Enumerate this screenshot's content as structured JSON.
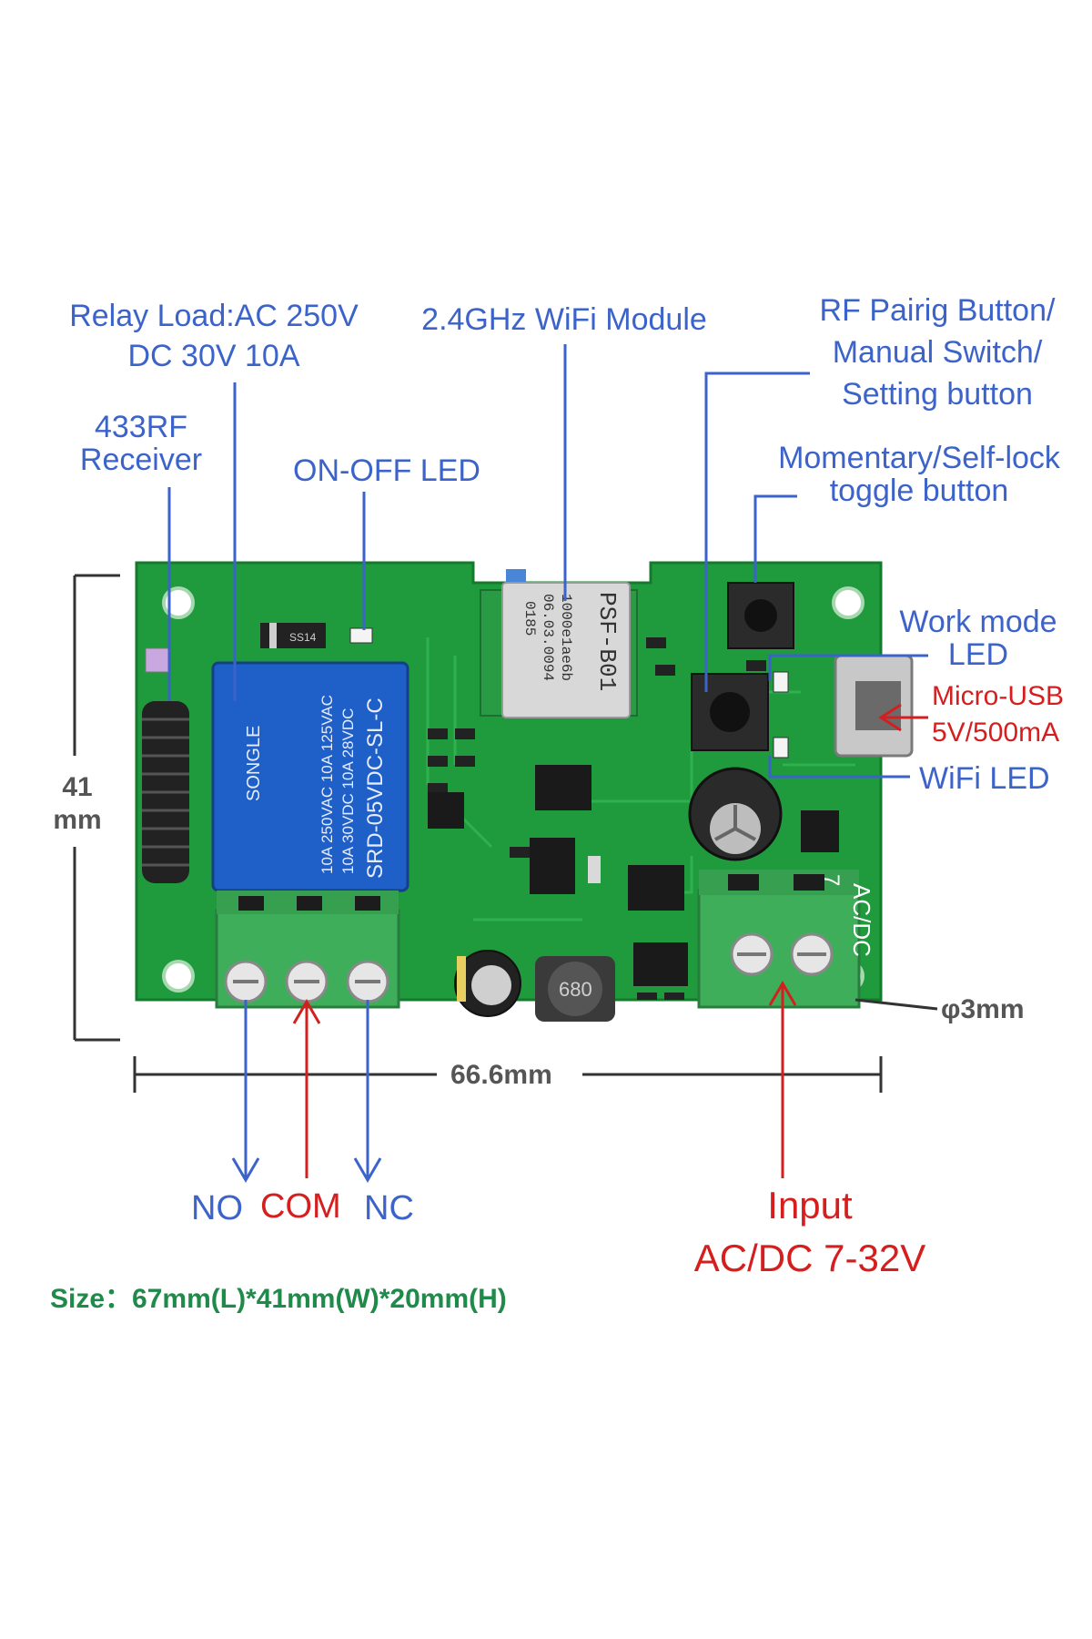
{
  "colors": {
    "label_blue": "#3b63c9",
    "label_red": "#d51f1f",
    "size_green": "#1f8a4a",
    "pcb_green": "#1f9a3c",
    "relay_blue": "#1f5fc8",
    "terminal_green": "#3fae5a"
  },
  "labels": {
    "relay_load_1": "Relay Load:AC 250V",
    "relay_load_2": "DC 30V 10A",
    "wifi_module": "2.4GHz WiFi Module",
    "rf_pairing_1": "RF Pairig Button/",
    "rf_pairing_2": "Manual Switch/",
    "rf_pairing_3": "Setting button",
    "rf_receiver_1": "433RF",
    "rf_receiver_2": "Receiver",
    "on_off_led": "ON-OFF LED",
    "momentary_1": "Momentary/Self-lock",
    "momentary_2": "toggle button",
    "work_mode_1": "Work mode",
    "work_mode_2": "LED",
    "micro_usb_1": "Micro-USB",
    "micro_usb_2": "5V/500mA",
    "wifi_led": "WiFi LED",
    "no": "NO",
    "com": "COM",
    "nc": "NC",
    "input_1": "Input",
    "input_2": "AC/DC 7-32V",
    "size": "Size：67mm(L)*41mm(W)*20mm(H)"
  },
  "dimensions": {
    "height_value": "41",
    "height_unit": "mm",
    "width": "66.6mm",
    "hole": "φ3mm"
  },
  "board_markings": {
    "wifi_chip_1": "PSF-B01",
    "wifi_chip_2": "1000e1ae6b",
    "wifi_chip_3": "06.03.0094",
    "wifi_chip_4": "0185",
    "relay_brand": "SONGLE",
    "relay_spec_1": "10A 250VAC  10A 125VAC",
    "relay_spec_2": "10A 30VDC   10A 28VDC",
    "relay_model": "SRD-05VDC-SL-C",
    "inductor": "680",
    "diode": "SS14",
    "power_silk": "AC/DC",
    "power_silk_2": "7"
  }
}
